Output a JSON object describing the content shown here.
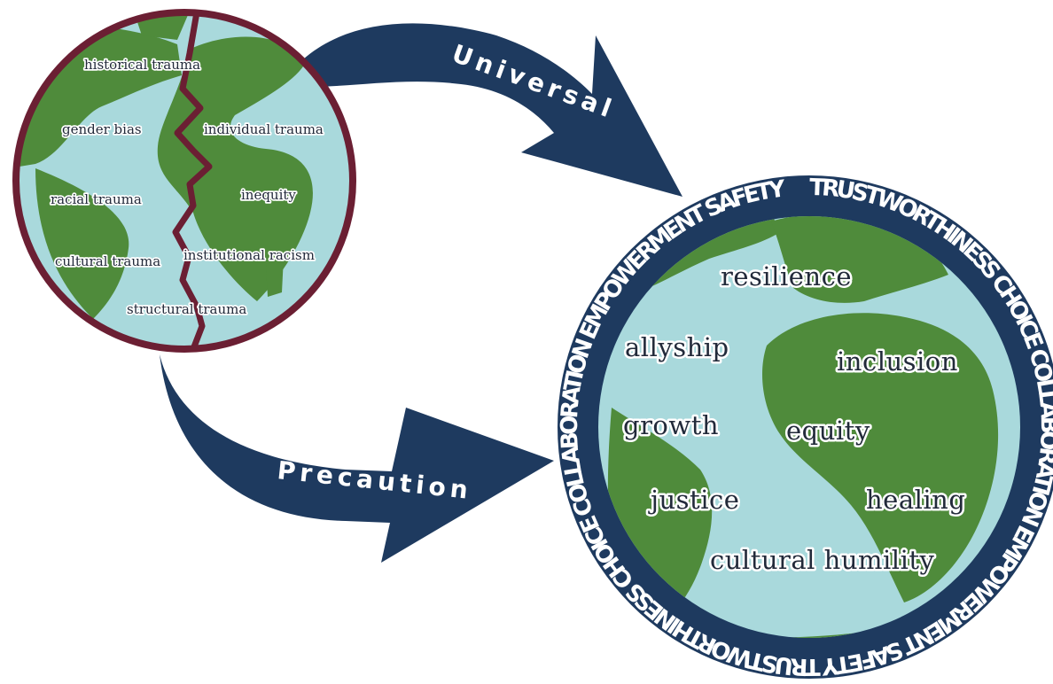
{
  "arrows": {
    "universal": "Universal",
    "precaution": "Precaution"
  },
  "left_globe": {
    "terms": [
      "historical trauma",
      "gender bias",
      "individual trauma",
      "racial trauma",
      "inequity",
      "cultural trauma",
      "institutional racism",
      "structural trauma"
    ]
  },
  "right_globe": {
    "ring_text": "TRUSTWORTHINESS   CHOICE   COLLABORATION   EMPOWERMENT   SAFETY   TRUSTWORTHINESS   CHOICE   COLLABORATION   EMPOWERMENT   SAFETY",
    "terms": [
      "resilience",
      "allyship",
      "inclusion",
      "growth",
      "equity",
      "justice",
      "healing",
      "cultural humility"
    ]
  },
  "colors": {
    "navy": "#1e3a5f",
    "ocean": "#a9d9dc",
    "land": "#4f8b3b",
    "crack": "#6b1f33"
  }
}
